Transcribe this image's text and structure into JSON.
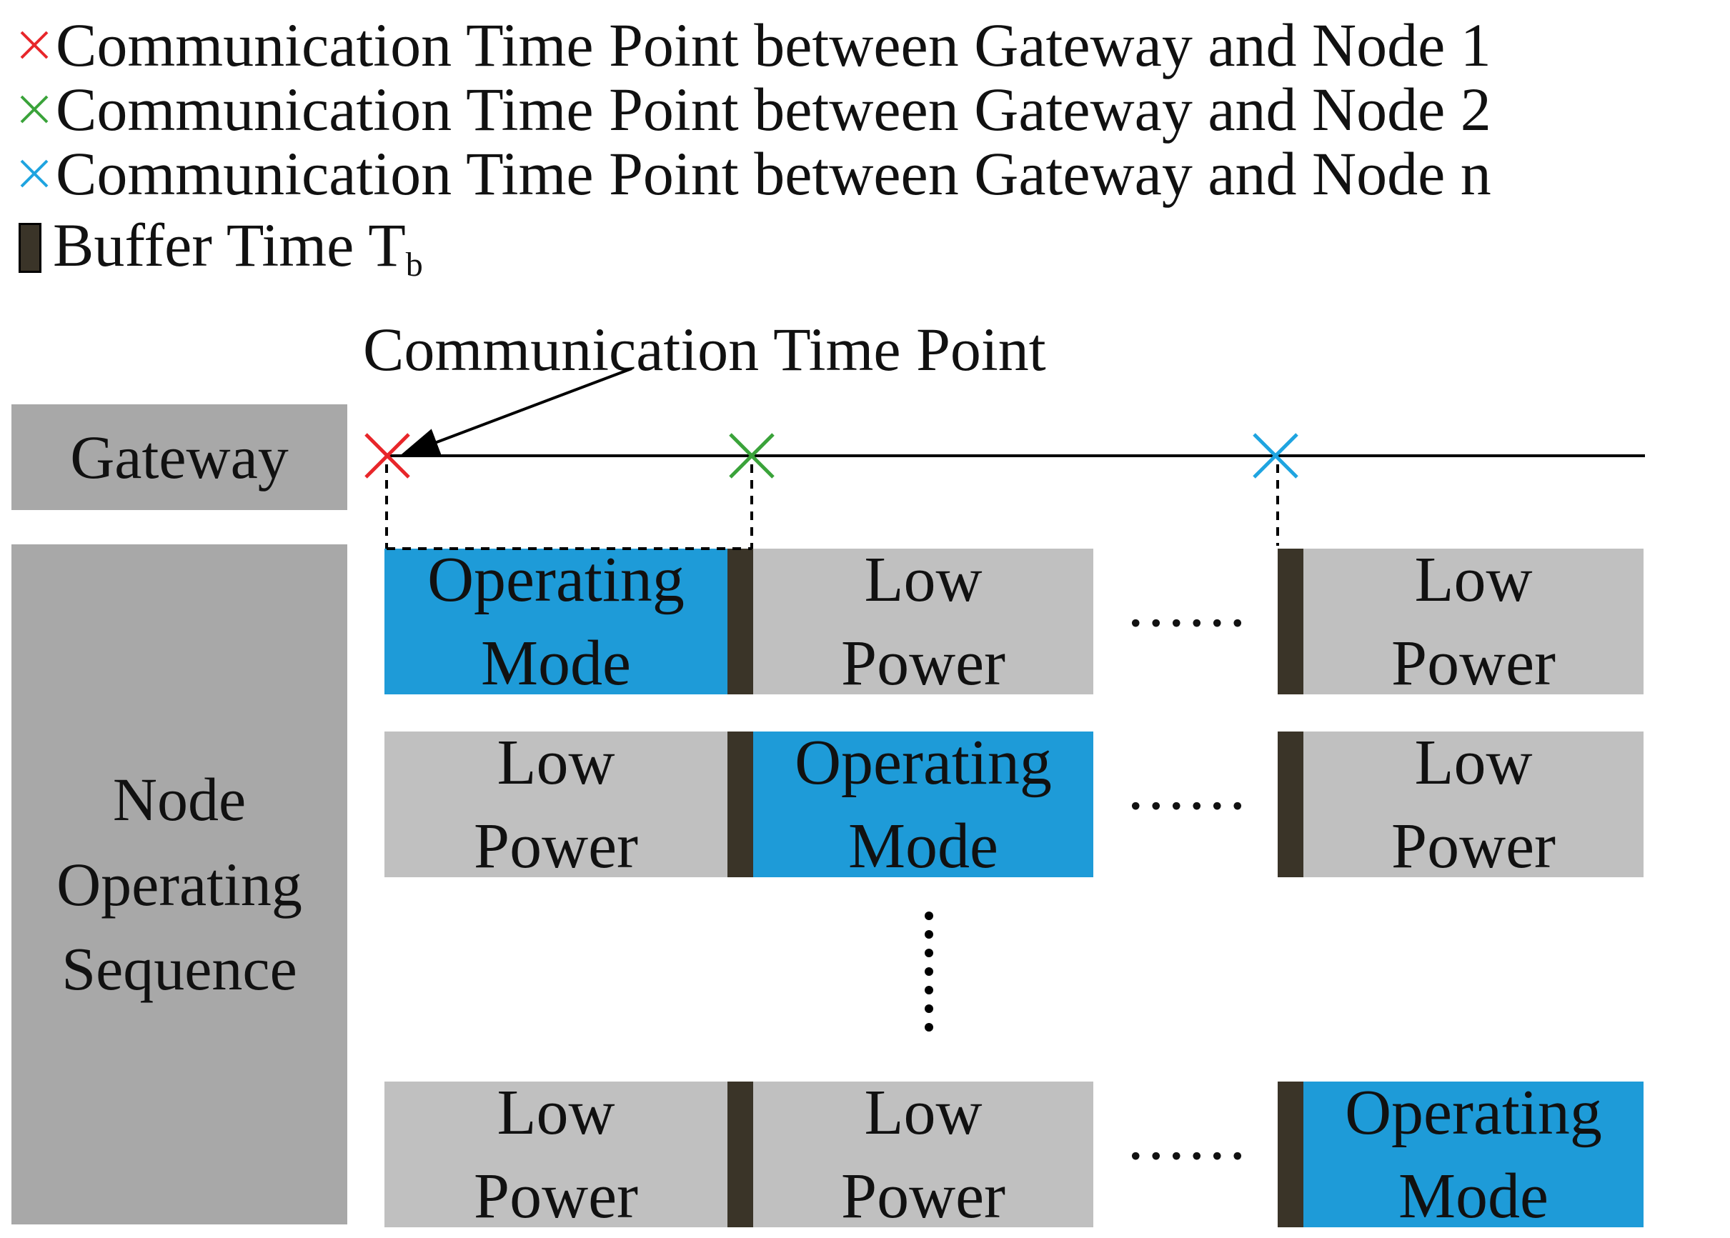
{
  "legend": {
    "items": [
      {
        "label": "Communication Time Point between Gateway and Node 1",
        "color": "#e8262a",
        "icon": "x-marker-icon"
      },
      {
        "label": "Communication Time Point between Gateway and Node 2",
        "color": "#3aa33a",
        "icon": "x-marker-icon"
      },
      {
        "label": "Communication Time Point between Gateway and Node n",
        "color": "#1fa4e0",
        "icon": "x-marker-icon"
      }
    ],
    "buffer_label": "Buffer Time T",
    "buffer_subscript": "b",
    "buffer_color": "#3a3428"
  },
  "callout": "Communication Time Point",
  "gateway_label": "Gateway",
  "node_label": {
    "line1": "Node",
    "line2": "Operating",
    "line3": "Sequence"
  },
  "segments": {
    "operating": {
      "line1": "Operating",
      "line2": "Mode",
      "color": "#1e9bd8"
    },
    "low_power": {
      "line1": "Low",
      "line2": "Power",
      "color": "#c0c0c0"
    }
  },
  "ellipsis": "......"
}
